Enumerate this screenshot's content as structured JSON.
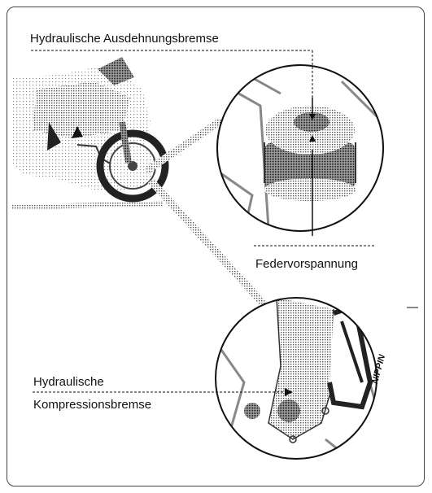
{
  "labels": {
    "rebound": "Hydraulische Ausdehnungsbremse",
    "preload": "Federvorspannung",
    "compression_line1": "Hydraulische",
    "compression_line2": "Kompressionsbremse"
  },
  "fork_logo": "NIPPIN"
}
